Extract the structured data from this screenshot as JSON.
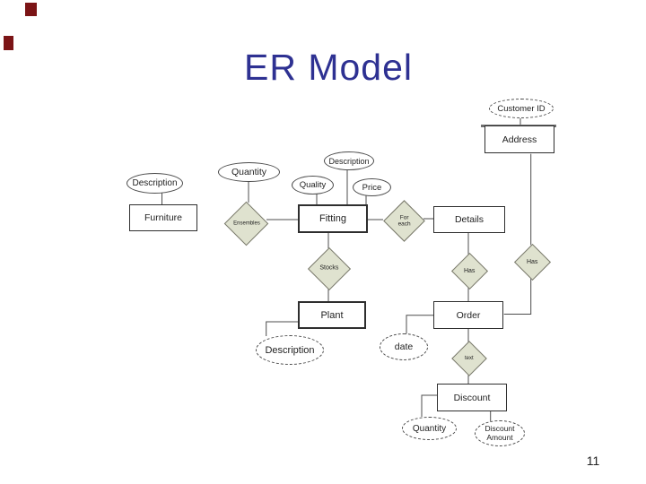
{
  "slide": {
    "title": "ER Model",
    "page_number": "11"
  },
  "colors": {
    "title_text": "#2E3192",
    "diamond_fill": "#DFE2CF",
    "left_edge_marks": "#7B1416",
    "line_stroke": "#4D4D4D"
  },
  "diagram": {
    "entities": [
      {
        "id": "address",
        "label": "Address"
      },
      {
        "id": "furniture",
        "label": "Furniture"
      },
      {
        "id": "fitting",
        "label": "Fitting"
      },
      {
        "id": "details",
        "label": "Details"
      },
      {
        "id": "plant",
        "label": "Plant"
      },
      {
        "id": "order",
        "label": "Order"
      },
      {
        "id": "discount",
        "label": "Discount"
      }
    ],
    "attributes": [
      {
        "id": "customer-id",
        "label": "Customer ID"
      },
      {
        "id": "description-furniture",
        "label": "Description"
      },
      {
        "id": "quantity-ensembles",
        "label": "Quantity"
      },
      {
        "id": "quality",
        "label": "Quality"
      },
      {
        "id": "description-fitting",
        "label": "Description"
      },
      {
        "id": "price",
        "label": "Price"
      },
      {
        "id": "description-plant",
        "label": "Description"
      },
      {
        "id": "date",
        "label": "date"
      },
      {
        "id": "quantity-discount",
        "label": "Quantity"
      },
      {
        "id": "discount-amount",
        "label": "Discount Amount"
      }
    ],
    "relationships": [
      {
        "id": "ensembles",
        "label": "Ensembles"
      },
      {
        "id": "for-each",
        "label": "For each"
      },
      {
        "id": "stocks",
        "label": "Stocks"
      },
      {
        "id": "has-details-order",
        "label": "Has"
      },
      {
        "id": "has-address-order",
        "label": "Has"
      },
      {
        "id": "text",
        "label": "text"
      }
    ]
  }
}
